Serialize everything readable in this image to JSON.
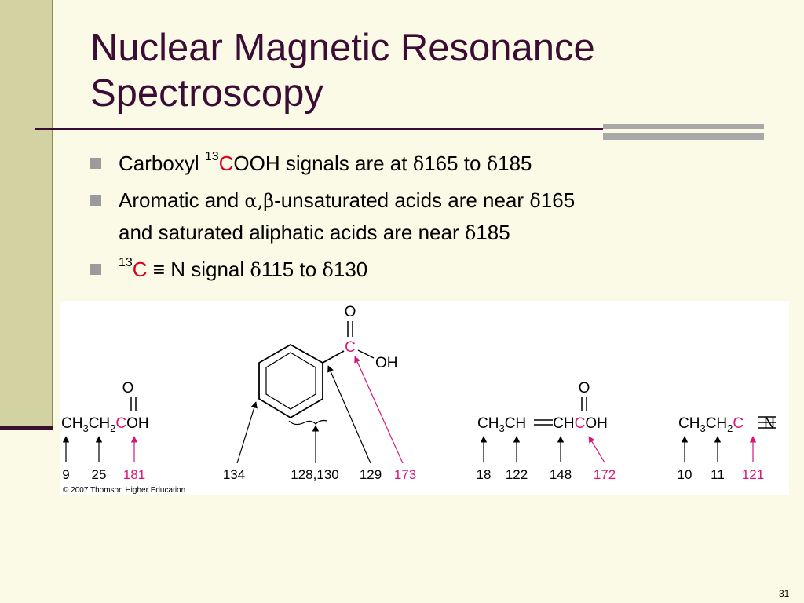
{
  "title": {
    "line1": "Nuclear Magnetic Resonance",
    "line2": "Spectroscopy"
  },
  "bullets": {
    "b1": {
      "part1": "Carboxyl ",
      "sup": "13",
      "c": "C",
      "part2": "OOH signals are at ",
      "delta": "δ",
      "val1": "165 to ",
      "val2": "185"
    },
    "b2": {
      "line1_part1": "Aromatic and ",
      "alpha_beta": "α,β",
      "line1_part2": "-unsaturated acids are near ",
      "delta": "δ",
      "val1": "165",
      "line2": "and saturated aliphatic acids are near ",
      "val2": "185"
    },
    "b3": {
      "sup": "13",
      "c": "C",
      "triple": " ≡ ",
      "part1": "N signal ",
      "delta": "δ",
      "val1": "115 to ",
      "val2": "130"
    }
  },
  "colors": {
    "highlight": "#d6001c",
    "title": "#3b0d35",
    "bullet_marker": "#9b9b9b"
  },
  "figure": {
    "m1": {
      "o": "O",
      "a": "CH",
      "s3": "3",
      "b": "CH",
      "s2": "2",
      "c": "C",
      "d": "OH",
      "n1": "9",
      "n2": "25",
      "n3": "181"
    },
    "m2": {
      "o": "O",
      "c": "C",
      "oh": "OH",
      "n1": "134",
      "n2": "128,130",
      "n3": "129",
      "n4": "173"
    },
    "m3": {
      "o": "O",
      "a": "CH",
      "s3": "3",
      "b": "CH",
      "b2": "CH",
      "c": "C",
      "d": "OH",
      "n1": "18",
      "n2": "122",
      "n3": "148",
      "n4": "172"
    },
    "m4": {
      "a": "CH",
      "s3": "3",
      "b": "CH",
      "s2": "2",
      "c": "C",
      "d": "N",
      "n1": "10",
      "n2": "11",
      "n3": "121"
    },
    "copyright": "© 2007 Thomson Higher Education"
  },
  "page_number": "31"
}
